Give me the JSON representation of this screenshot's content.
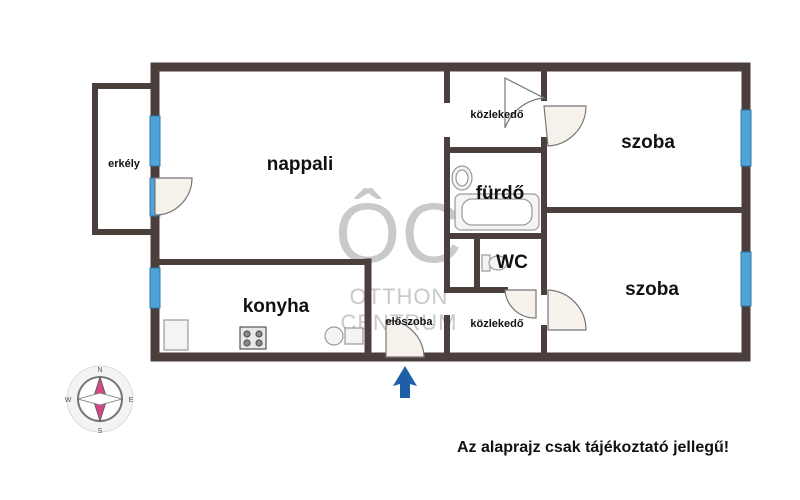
{
  "rooms": {
    "erkely": "erkély",
    "nappali": "nappali",
    "kozlekedo_top": "közlekedő",
    "szoba_top": "szoba",
    "furdo": "fürdő",
    "wc": "WC",
    "szoba_bottom": "szoba",
    "konyha": "konyha",
    "eloszoba": "előszoba",
    "kozlekedo_bottom": "közlekedő"
  },
  "watermark": {
    "logo": "ÔC",
    "line1": "OTTHON",
    "line2": "CENTRUM"
  },
  "compass": {
    "north": "N",
    "south": "S",
    "east": "E",
    "west": "W"
  },
  "disclaimer": "Az alaprajz csak tájékoztató jellegű!",
  "colors": {
    "wall": "#4a3f3c",
    "window": "#4fa3d8",
    "entrance_arrow": "#1f5fa8",
    "watermark": "#c9c9c9"
  },
  "icons": [
    "compass-rose-icon",
    "entrance-arrow-icon",
    "door-swing-icon",
    "bathtub-icon",
    "toilet-icon",
    "sink-icon",
    "stove-icon",
    "fridge-icon"
  ]
}
